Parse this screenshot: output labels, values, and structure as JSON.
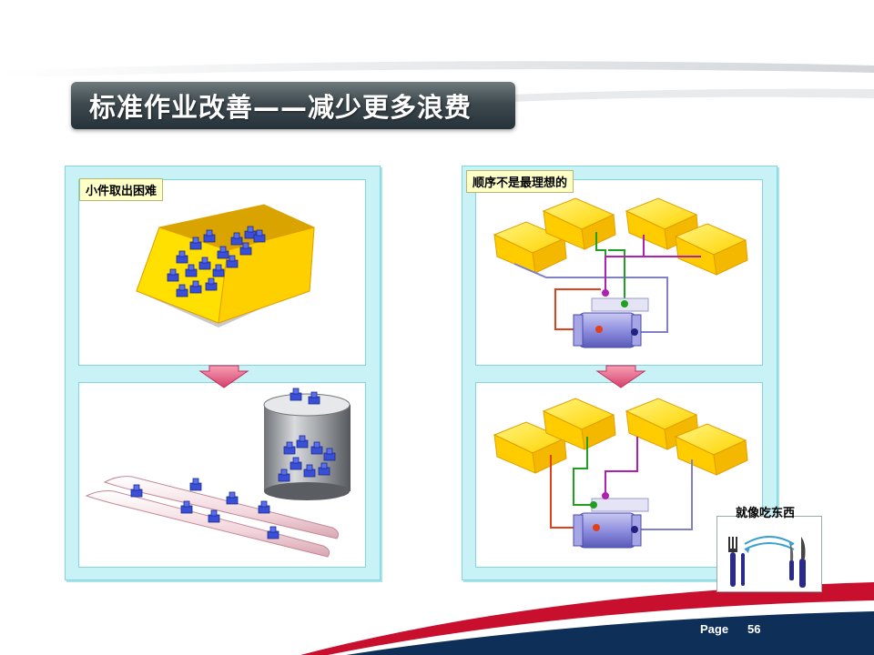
{
  "title": "标准作业改善——减少更多浪费",
  "left_panel": {
    "label": "小件取出困难"
  },
  "right_panel": {
    "label": "顺序不是最理想的"
  },
  "inset": {
    "label": "就像吃东西"
  },
  "footer": {
    "page_label": "Page",
    "page_number": "56"
  },
  "colors": {
    "accent_red": "#c8102e",
    "panel_bg": "#c9f2f6",
    "bin_yellow": "#ffd400",
    "part_blue": "#3a4fd8",
    "line_red": "#e0401a",
    "line_green": "#20a020",
    "line_purple": "#b020b0",
    "line_lavender": "#8080c8"
  }
}
